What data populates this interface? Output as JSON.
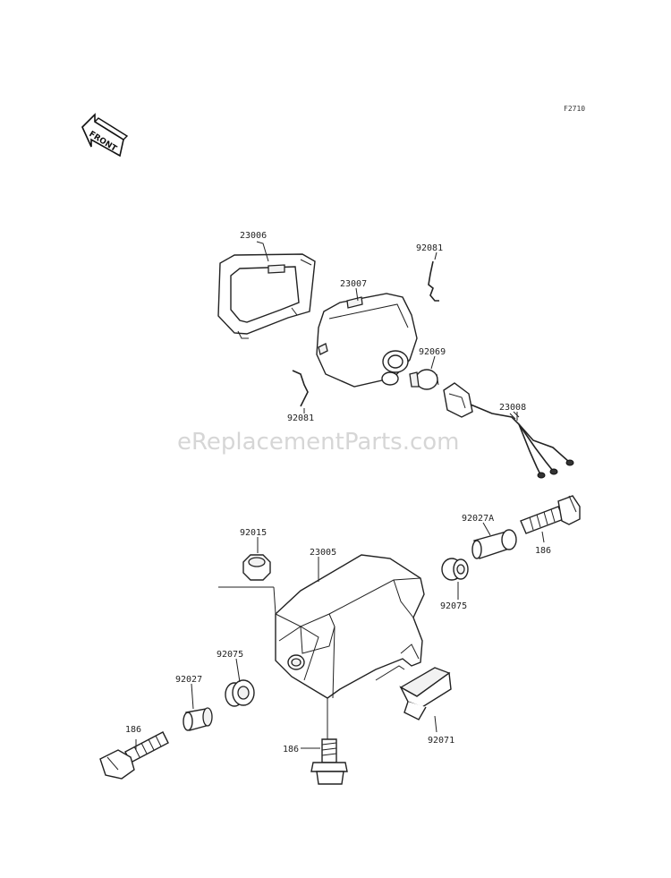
{
  "diagram": {
    "ref_code": "F2710",
    "front_label": "FRONT",
    "watermark": "eReplacementParts.com",
    "labels": {
      "p23006": "23006",
      "p92081_top": "92081",
      "p23007": "23007",
      "p92069": "92069",
      "p92081_left": "92081",
      "p23008": "23008",
      "p92015": "92015",
      "p23005": "23005",
      "p92027A": "92027A",
      "p186_right": "186",
      "p92075_right": "92075",
      "p92075_left": "92075",
      "p92027": "92027",
      "p186_left": "186",
      "p186_bottom": "186",
      "p92071": "92071"
    }
  }
}
